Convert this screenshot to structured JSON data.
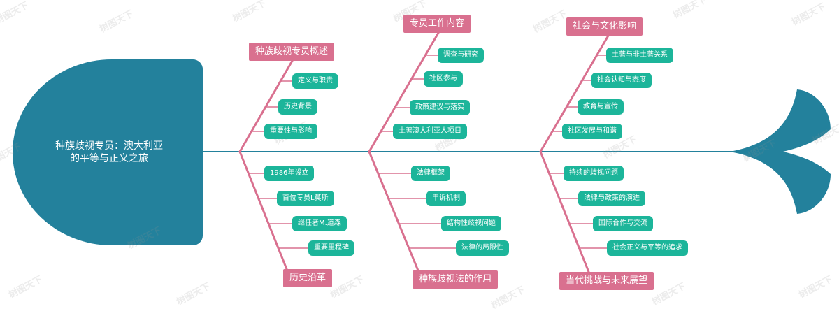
{
  "diagram": {
    "title": "种族歧视专员：澳大利亚\n的平等与正义之旅",
    "watermark": "树图天下",
    "colors": {
      "head": "#23819c",
      "spine": "#23819c",
      "category": "#d9708f",
      "bone": "#d9708f",
      "item": "#1cb59a"
    },
    "top": [
      {
        "label": "种族歧视专员概述",
        "items": [
          "定义与职责",
          "历史背景",
          "重要性与影响"
        ]
      },
      {
        "label": "专员工作内容",
        "items": [
          "调查与研究",
          "社区参与",
          "政策建议与落实",
          "土著澳大利亚人项目"
        ]
      },
      {
        "label": "社会与文化影响",
        "items": [
          "土著与非土著关系",
          "社会认知与态度",
          "教育与宣传",
          "社区发展与和谐"
        ]
      }
    ],
    "bottom": [
      {
        "label": "历史沿革",
        "items": [
          "1986年设立",
          "首位专员L莫斯",
          "继任者M.道森",
          "重要里程碑"
        ]
      },
      {
        "label": "种族歧视法的作用",
        "items": [
          "法律框架",
          "申诉机制",
          "结构性歧视问题",
          "法律的局限性"
        ]
      },
      {
        "label": "当代挑战与未来展望",
        "items": [
          "持续的歧视问题",
          "法律与政策的演进",
          "国际合作与交流",
          "社会正义与平等的追求"
        ]
      }
    ]
  }
}
